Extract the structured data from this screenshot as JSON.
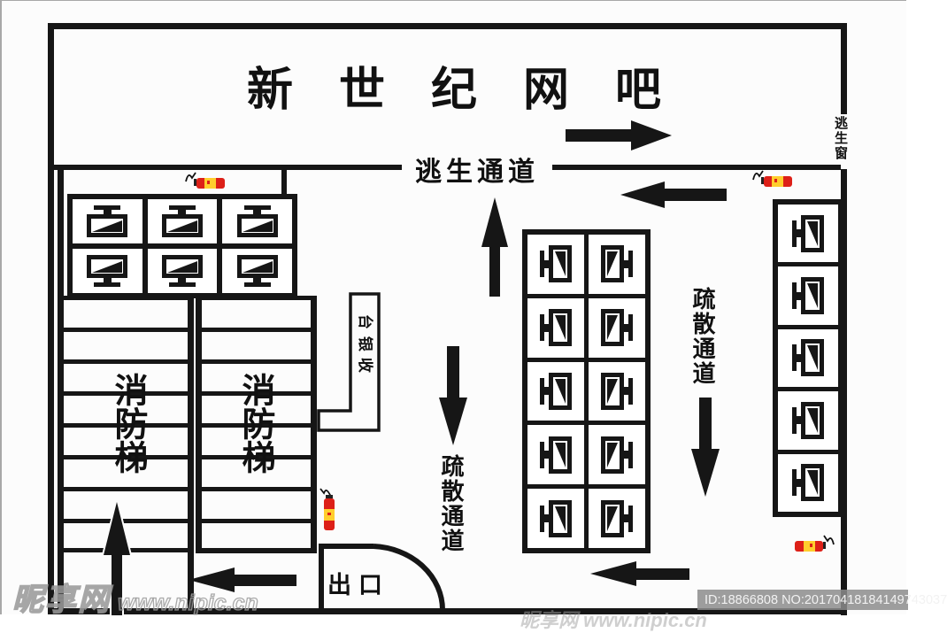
{
  "title": "新世纪网吧",
  "labels": {
    "escape_channel": "逃生通道",
    "escape_window": "逃生窗",
    "evacuation_channel": "疏散通道",
    "fire_ladder": "消防梯",
    "cashier": "收银台",
    "exit": "出口"
  },
  "watermark": {
    "site_name": "昵享网",
    "site_url": "www.nipic.cn",
    "faint_repeat": "昵享网 www.nipic.cn",
    "id_bar": "ID:18866808 NO:20170418184149743037"
  },
  "desk_blocks": [
    {
      "id": "desks-top-left",
      "workstations": 6,
      "cols": 3,
      "rows": 2,
      "type": "h",
      "stands_by_row": [
        "top",
        "bottom"
      ]
    },
    {
      "id": "desks-center",
      "workstations": 10,
      "cols": 2,
      "rows": 5,
      "type": "v",
      "stands_by_col": [
        "left",
        "right"
      ]
    },
    {
      "id": "desks-right",
      "workstations": 5,
      "cols": 1,
      "rows": 5,
      "type": "v",
      "stands_by_col": [
        "left"
      ]
    }
  ],
  "icons": {
    "arrows": [
      {
        "name": "arrow-right-top",
        "direction": "right"
      },
      {
        "name": "arrow-left-upper",
        "direction": "left"
      },
      {
        "name": "arrow-up-center",
        "direction": "up"
      },
      {
        "name": "arrow-down-left-aisle",
        "direction": "down"
      },
      {
        "name": "arrow-down-right-aisle",
        "direction": "down"
      },
      {
        "name": "arrow-up-stairwell",
        "direction": "up"
      },
      {
        "name": "arrow-left-bottom-left",
        "direction": "left"
      },
      {
        "name": "arrow-left-bottom-right",
        "direction": "left"
      }
    ],
    "extinguishers": [
      {
        "name": "fire-extinguisher-top-left",
        "orientation": "horizontal",
        "hose": "left"
      },
      {
        "name": "fire-extinguisher-top-right",
        "orientation": "horizontal",
        "hose": "left"
      },
      {
        "name": "fire-extinguisher-middle",
        "orientation": "vertical",
        "hose": "top"
      },
      {
        "name": "fire-extinguisher-bottom-right",
        "orientation": "horizontal",
        "hose": "right"
      }
    ]
  },
  "colors": {
    "line": "#161616",
    "extinguisher_red": "#dd2018",
    "extinguisher_yellow": "#ffce2d",
    "watermark_bar": "#8f8f8f"
  }
}
